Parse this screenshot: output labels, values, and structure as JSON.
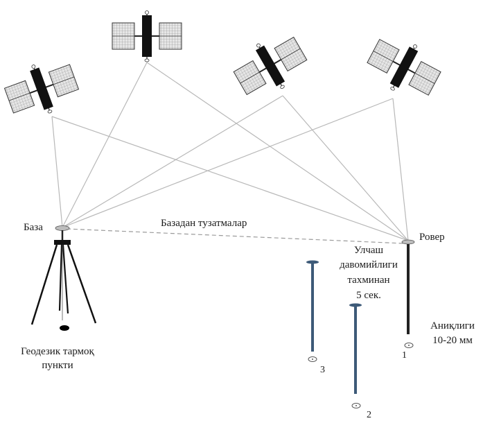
{
  "diagram": {
    "labels": {
      "base": "База",
      "corrections": "Базадан тузатмалар",
      "rover": "Ровер",
      "geodetic_point_line1": "Геодезик тармоқ",
      "geodetic_point_line2": "пункти",
      "measure_line1": "Улчаш",
      "measure_line2": "давомийлиги",
      "measure_line3": "тахминан",
      "measure_line4": "5 сек.",
      "accuracy_line1": "Аниқлиги",
      "accuracy_line2": "10-20 мм",
      "point_1": "1",
      "point_2": "2",
      "point_3": "3"
    },
    "colors": {
      "line": "#b8b8b8",
      "satellite_body": "#111111",
      "panel_fill": "#d8d8d8",
      "pole_blue": "#3d5a78",
      "pole_black": "#222222"
    },
    "icons": [
      "satellite-icon",
      "tripod-icon",
      "rover-pole-icon",
      "survey-point-icon"
    ]
  }
}
